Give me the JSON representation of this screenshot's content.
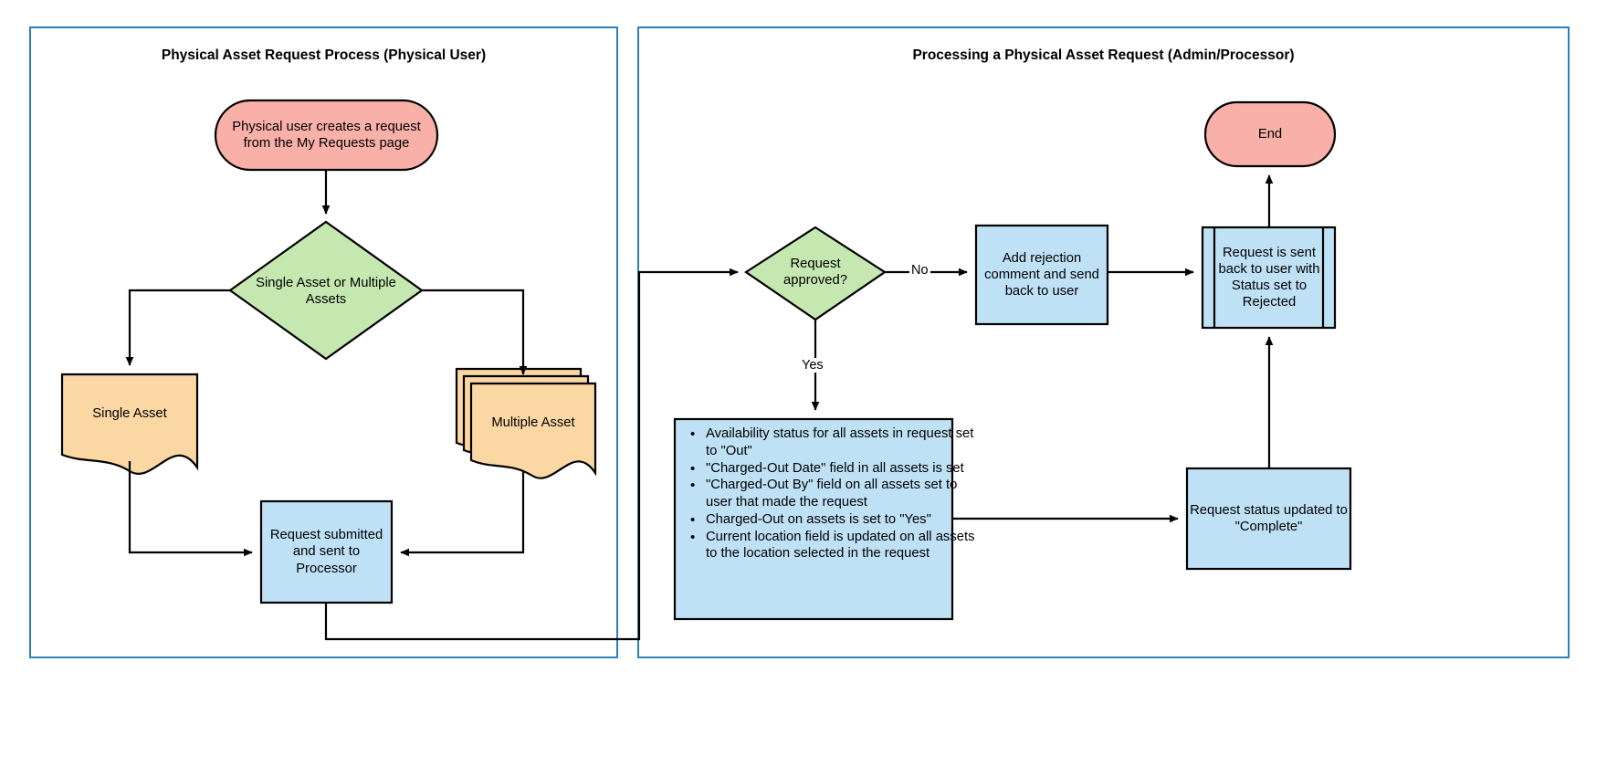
{
  "diagram": {
    "type": "flowchart",
    "border_color": "#2e7ebb",
    "panels": [
      {
        "id": "left",
        "title": "Physical Asset Request Process (Physical User)"
      },
      {
        "id": "right",
        "title": "Processing a Physical Asset Request (Admin/Processor)"
      }
    ],
    "colors": {
      "terminator_fill": "#f8b0a8",
      "decision_fill": "#c5e8b0",
      "document_fill": "#fbd7a4",
      "process_fill": "#bfe1f6",
      "stroke": "#000000",
      "panel_border": "#2e7ebb"
    },
    "nodes": {
      "start": {
        "label": "Physical user creates a request from the My Requests page",
        "shape": "terminator"
      },
      "asset_count_decision": {
        "label": "Single Asset or Multiple Assets",
        "shape": "decision"
      },
      "single_asset": {
        "label": "Single Asset",
        "shape": "document"
      },
      "multiple_asset": {
        "label": "Multiple Asset",
        "shape": "multi-document"
      },
      "request_submitted": {
        "label": "Request submitted and sent to Processor",
        "shape": "process"
      },
      "request_approved_decision": {
        "label": "Request approved?",
        "shape": "decision"
      },
      "add_rejection": {
        "label": "Add rejection comment and send back to user",
        "shape": "process"
      },
      "sent_back_rejected": {
        "label": "Request is sent back to user with Status set to Rejected",
        "shape": "predefined-process"
      },
      "end": {
        "label": "End",
        "shape": "terminator"
      },
      "status_complete": {
        "label": "Request status updated to \"Complete\"",
        "shape": "process"
      },
      "approved_actions": {
        "shape": "process",
        "bullets": [
          "Availability status for all assets in request set to \"Out\"",
          "\"Charged-Out Date\" field in all assets is set",
          "\"Charged-Out By\" field on all assets set to user that made the request",
          "Charged-Out on assets is set to \"Yes\"",
          "Current location field is updated on all assets to the location selected in the request"
        ]
      }
    },
    "edge_labels": {
      "no": "No",
      "yes": "Yes"
    }
  }
}
